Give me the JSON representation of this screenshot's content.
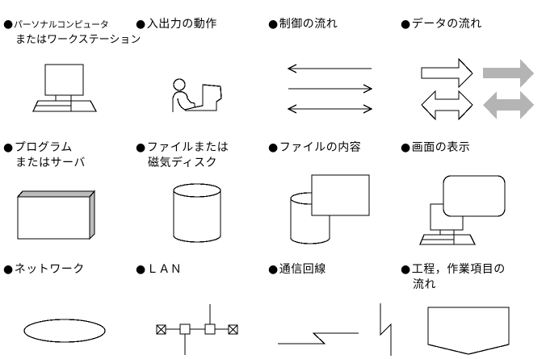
{
  "symbols": [
    {
      "bullet": "●",
      "line1": "パーソナルコンピュータ",
      "line2": "またはワークステーション",
      "icon": "personal-computer-icon"
    },
    {
      "bullet": "●",
      "line1": "入出力の動作",
      "line2": "",
      "icon": "person-at-terminal-icon"
    },
    {
      "bullet": "●",
      "line1": "制御の流れ",
      "line2": "",
      "icon": "control-flow-arrows-icon"
    },
    {
      "bullet": "●",
      "line1": "データの流れ",
      "line2": "",
      "icon": "data-flow-arrows-icon"
    },
    {
      "bullet": "●",
      "line1": "プログラム",
      "line2": "またはサーバ",
      "icon": "program-server-box-icon"
    },
    {
      "bullet": "●",
      "line1": "ファイルまたは",
      "line2": "磁気ディスク",
      "icon": "disk-cylinder-icon"
    },
    {
      "bullet": "●",
      "line1": "ファイルの内容",
      "line2": "",
      "icon": "file-content-icon"
    },
    {
      "bullet": "●",
      "line1": "画面の表示",
      "line2": "",
      "icon": "screen-display-icon"
    },
    {
      "bullet": "●",
      "line1": "ネットワーク",
      "line2": "",
      "icon": "network-ellipse-icon"
    },
    {
      "bullet": "●",
      "line1": "ＬＡＮ",
      "line2": "",
      "icon": "lan-icon"
    },
    {
      "bullet": "●",
      "line1": "通信回線",
      "line2": "",
      "icon": "communication-line-icon"
    },
    {
      "bullet": "●",
      "line1": "工程，作業項目の",
      "line2": "流れ",
      "icon": "process-flow-pentagon-icon"
    }
  ],
  "colors": {
    "stroke": "#000000",
    "fill": "#ffffff",
    "arrow_gray": "#b4b4b4",
    "box_side_gray": "#bcbcbc"
  }
}
